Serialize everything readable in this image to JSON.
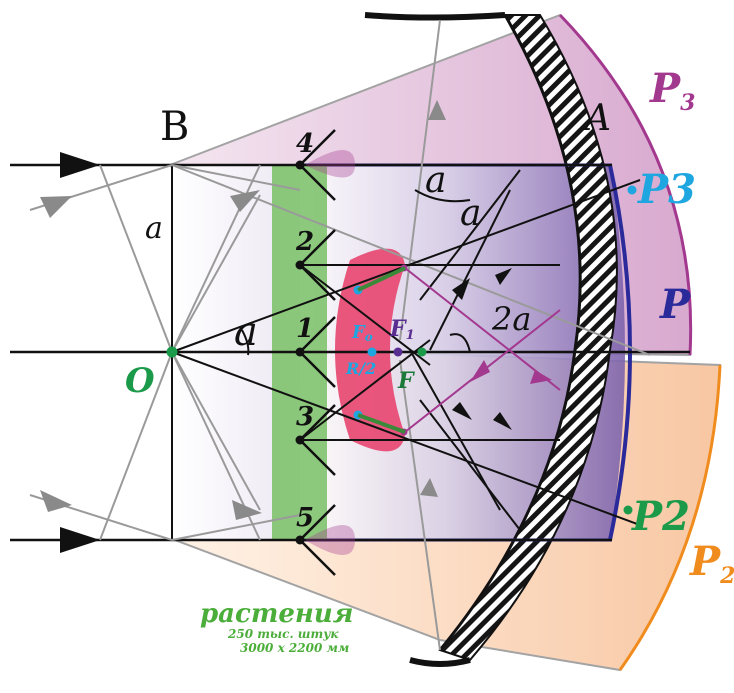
{
  "diagram": {
    "labels": {
      "B": "B",
      "O": "O",
      "A": "A",
      "a_left": "a",
      "alpha_left": "a",
      "alpha_top": "a",
      "alpha_mid": "a",
      "two_alpha": "2a",
      "P_blue": "P",
      "P3_cyan": "P3",
      "P2_green": "P2",
      "P3_sub_main": "P",
      "P3_sub_idx": "3",
      "P2_sub_main": "P",
      "P2_sub_idx": "2",
      "n1": "1",
      "n2": "2",
      "n3": "3",
      "n4": "4",
      "n5": "5",
      "F0_main": "F",
      "F0_sub": "o",
      "F1_main": "F",
      "F1_sub": "1",
      "F": "F",
      "R2": "R/2"
    },
    "caption": {
      "title": "растения",
      "line1": "250 тыс. штук",
      "line2": "3000 x 2200 мм"
    },
    "colors": {
      "magenta_band": "#a3388f",
      "orange_band": "#f08c1e",
      "blue_screen": "#2a2a9a",
      "green_plate": "#7fc36e",
      "pink_lens": "#e8456f",
      "cyan": "#1ea6e0",
      "green_text": "#1b9a4a",
      "caption_green": "#4cae3a"
    }
  }
}
